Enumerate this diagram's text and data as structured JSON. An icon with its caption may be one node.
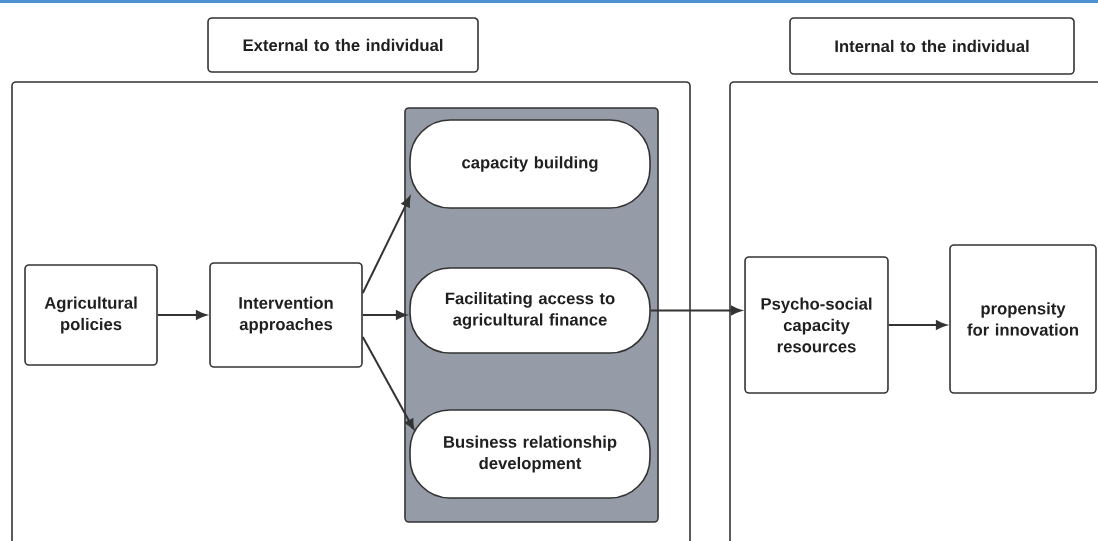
{
  "diagram": {
    "nodes": [
      {
        "text": [
          "External to the individual"
        ]
      },
      {
        "text": [
          "Internal to the individual"
        ]
      },
      {
        "text": [],
        "shape": "box"
      },
      {
        "text": [
          "Agricultural policies"
        ],
        "in": 2
      },
      {
        "text": [
          "Intervention approaches"
        ],
        "in": 2
      },
      {
        "text": [],
        "shape": "box",
        "in": 2
      },
      {
        "text": [
          "capacity building"
        ],
        "in": 5
      },
      {
        "text": [
          "Facilitating access to agricultural finance"
        ],
        "in": 5
      },
      {
        "text": [
          "Business relationship development"
        ],
        "in": 5
      },
      {
        "text": [],
        "shape": "box"
      },
      {
        "text": [
          "Psycho-social capacity resources"
        ],
        "in": 9
      },
      {
        "text": [
          "propensity for innovation"
        ],
        "in": 9
      }
    ],
    "edges": [
      {
        "from": 3,
        "to": 4,
        "arrow": "to"
      },
      {
        "from": 4,
        "to": 6,
        "arrow": "to"
      },
      {
        "from": 4,
        "to": 7,
        "arrow": "to"
      },
      {
        "from": 4,
        "to": 8,
        "arrow": "to"
      },
      {
        "from": 7,
        "to": 10,
        "arrow": "to"
      },
      {
        "from": 10,
        "to": 11,
        "arrow": "to"
      }
    ]
  }
}
